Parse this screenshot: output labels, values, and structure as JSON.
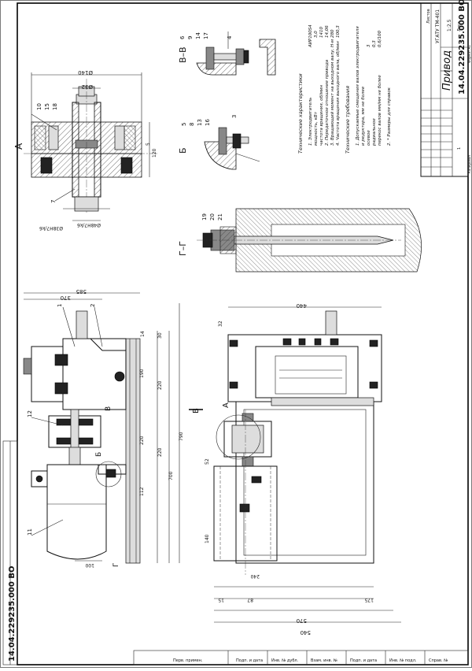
{
  "title_block": {
    "designation": "14.04.229235.000 ВО",
    "name": "Привод",
    "sheet_label": "Лист",
    "sheets_label": "Листов",
    "sheet_num": "1",
    "scale": "1:2.5",
    "org": "УГАТУ ТМ-401",
    "format_note": "Формат А1",
    "copied": "Копировал"
  },
  "side_stamp": {
    "designation_rot": "14.04.229235.000 ВО",
    "labels": [
      "Подп. и дата",
      "Инв. № дубл.",
      "Взам. инв. №",
      "Подп. и дата",
      "Инв. № подл.",
      "Справ. №",
      "Перв. примен."
    ]
  },
  "tech_chars": {
    "heading": "Технические характеристики",
    "items": [
      {
        "text": "1. Электродвигатель",
        "value": "АИР100S4"
      },
      {
        "text": "мощность, кВт",
        "value": "3,0"
      },
      {
        "text": "частота вращения, об/мин",
        "value": "1410"
      },
      {
        "text": "2. Передаточное отношение привода",
        "value": "14,06"
      },
      {
        "text": "3. Вращающий момент на выходном валу, Н·м",
        "value": "280"
      },
      {
        "text": "4. Частота вращения выходного вала, об/мин",
        "value": "100,3"
      }
    ]
  },
  "tech_reqs": {
    "heading": "Технические требования",
    "items": [
      {
        "text": "1. Допускаемые смещения валов электродвигателя",
        "value": ""
      },
      {
        "text": "и редуктора, мм не более",
        "value": ""
      },
      {
        "text": "осевое",
        "value": "3"
      },
      {
        "text": "радиальное",
        "value": "0,3"
      },
      {
        "text": "перекос валов мм/мм не более",
        "value": "0,6/100"
      },
      {
        "text": "2. * Размеры для справок",
        "value": ""
      }
    ]
  },
  "views": {
    "A": "А",
    "B": "Б",
    "VV": "В–В",
    "GG": "Г–Г",
    "V": "В",
    "G": "Г"
  },
  "dims_top": {
    "d140": "Ø140",
    "d32": "Ø32",
    "d48": "Ø48H7/k6",
    "d38": "Ø38H7/k6",
    "h5": "5",
    "h120": "120"
  },
  "dims_left": {
    "w585": "585",
    "w370": "370",
    "w14": "14",
    "h30": "30",
    "h190": "190",
    "h220a": "220",
    "h220b": "220",
    "h220c": "220",
    "h112": "112",
    "h700": "700",
    "h790": "790",
    "w100": "100"
  },
  "dims_right": {
    "w440": "440",
    "w32": "32",
    "w240": "240",
    "h52": "52",
    "h140": "140",
    "w15": "15",
    "w87": "87",
    "w175": "175",
    "w540": "540",
    "w570": "570"
  },
  "balloons": {
    "b1": "1",
    "b2": "2",
    "b3": "3",
    "b4": "4",
    "b5": "5",
    "b6": "6",
    "b7": "7",
    "b8": "8",
    "b9": "9",
    "b10": "10",
    "b11": "11",
    "b12": "12",
    "b13": "13",
    "b14": "14",
    "b15": "15",
    "b16": "16",
    "b17": "17",
    "b18": "18",
    "b19": "19",
    "b20": "20",
    "b21": "21"
  }
}
